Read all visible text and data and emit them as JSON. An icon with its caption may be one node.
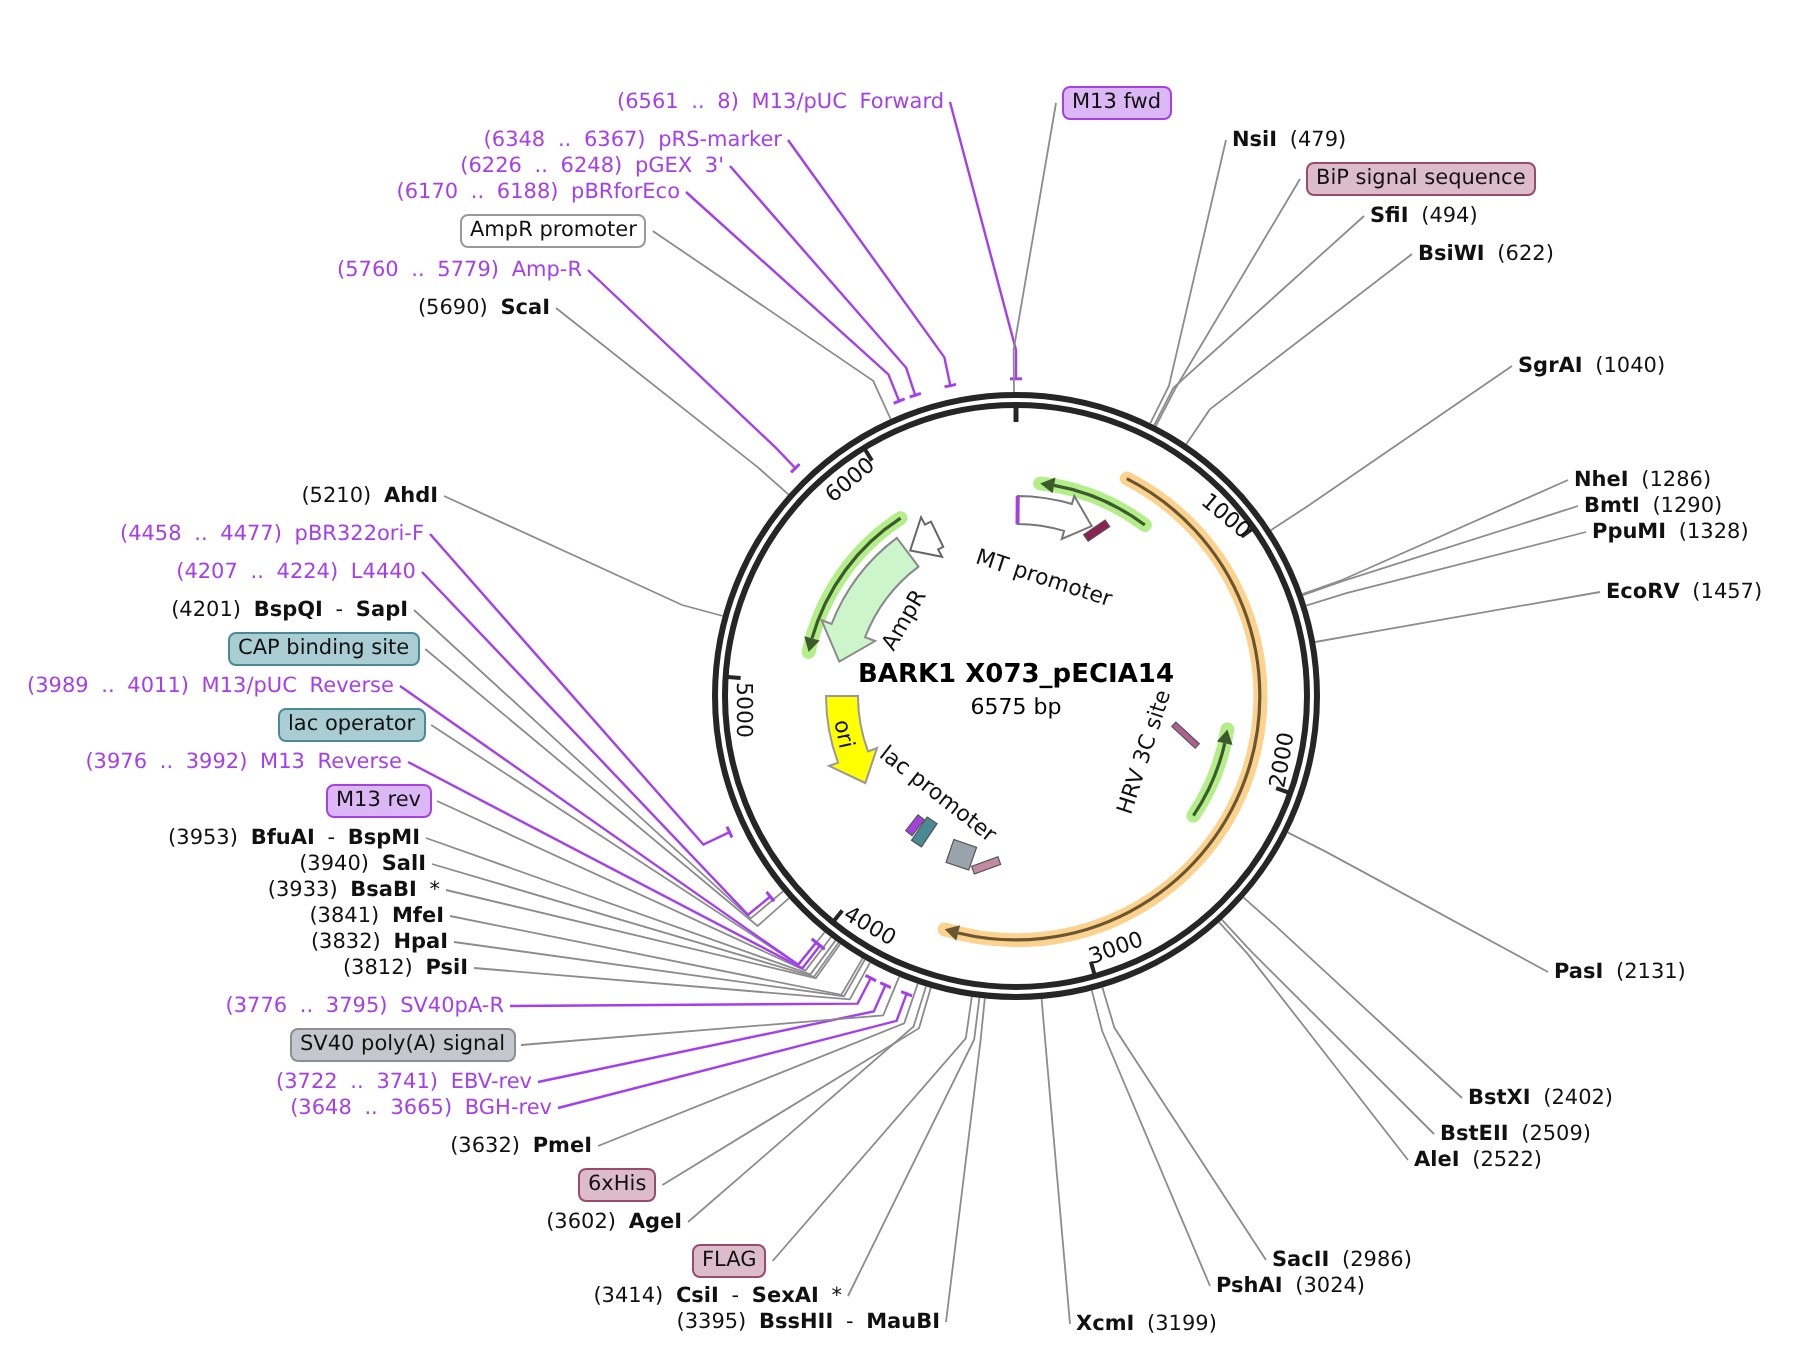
{
  "diagram": {
    "nodes": [
      {
        "text": [
          "BARK1 X073_pECIA14",
          "6575 bp"
        ]
      },
      {
        "text": [
          "(6561 .. 8) M13/pUC Forward"
        ]
      },
      {
        "text": [
          "M13 fwd"
        ]
      },
      {
        "text": [
          "**NsiI** (479)"
        ]
      },
      {
        "text": [
          "BiP signal sequence"
        ]
      },
      {
        "text": [
          "**SfiI** (494)"
        ]
      },
      {
        "text": [
          "**BsiWI** (622)"
        ]
      },
      {
        "text": [
          "**SgrAI** (1040)"
        ]
      },
      {
        "text": [
          "**NheI** (1286)"
        ]
      },
      {
        "text": [
          "**BmtI** (1290)"
        ]
      },
      {
        "text": [
          "**PpuMI** (1328)"
        ]
      },
      {
        "text": [
          "**EcoRV** (1457)"
        ]
      },
      {
        "text": [
          "**PasI** (2131)"
        ]
      },
      {
        "text": [
          "**BstXI** (2402)"
        ]
      },
      {
        "text": [
          "**BstEII** (2509)"
        ]
      },
      {
        "text": [
          "**AleI** (2522)"
        ]
      },
      {
        "text": [
          "**SacII** (2986)"
        ]
      },
      {
        "text": [
          "**PshAI** (3024)"
        ]
      },
      {
        "text": [
          "**XcmI** (3199)"
        ]
      },
      {
        "text": [
          "(3395) **BssHII** - **MauBI**"
        ]
      },
      {
        "text": [
          "(3414) **CsiI** - **SexAI** *"
        ]
      },
      {
        "text": [
          "FLAG"
        ]
      },
      {
        "text": [
          "(3602) **AgeI**"
        ]
      },
      {
        "text": [
          "6xHis"
        ]
      },
      {
        "text": [
          "(3632) **PmeI**"
        ]
      },
      {
        "text": [
          "(3648 .. 3665) BGH-rev"
        ]
      },
      {
        "text": [
          "(3722 .. 3741) EBV-rev"
        ]
      },
      {
        "text": [
          "SV40 poly(A) signal"
        ]
      },
      {
        "text": [
          "(3776 .. 3795) SV40pA-R"
        ]
      },
      {
        "text": [
          "(3812) **PsiI**"
        ]
      },
      {
        "text": [
          "(3832) **HpaI**"
        ]
      },
      {
        "text": [
          "(3841) **MfeI**"
        ]
      },
      {
        "text": [
          "(3933) **BsaBI** *"
        ]
      },
      {
        "text": [
          "(3940) **SalI**"
        ]
      },
      {
        "text": [
          "(3953) **BfuAI** - **BspMI**"
        ]
      },
      {
        "text": [
          "M13 rev"
        ]
      },
      {
        "text": [
          "(3976 .. 3992) M13 Reverse"
        ]
      },
      {
        "text": [
          "lac operator"
        ]
      },
      {
        "text": [
          "(3989 .. 4011) M13/pUC Reverse"
        ]
      },
      {
        "text": [
          "CAP binding site"
        ]
      },
      {
        "text": [
          "(4201) **BspQI** - **SapI**"
        ]
      },
      {
        "text": [
          "(4207 .. 4224) L4440"
        ]
      },
      {
        "text": [
          "(4458 .. 4477) pBR322ori-F"
        ]
      },
      {
        "text": [
          "(5210) **AhdI**"
        ]
      },
      {
        "text": [
          "(5690) **ScaI**"
        ]
      },
      {
        "text": [
          "(5760 .. 5779) Amp-R"
        ]
      },
      {
        "text": [
          "AmpR promoter"
        ]
      },
      {
        "text": [
          "(6170 .. 6188) pBRforEco"
        ]
      },
      {
        "text": [
          "(6226 .. 6248) pGEX 3'"
        ]
      },
      {
        "text": [
          "(6348 .. 6367) pRS-marker"
        ]
      }
    ],
    "edges": [
      {
        "from": 1,
        "to": 0,
        "arrow": "other",
        "color": "#a43ff0"
      },
      {
        "from": 2,
        "to": 0,
        "arrow": "none"
      },
      {
        "from": 3,
        "to": 0,
        "arrow": "none"
      },
      {
        "from": 4,
        "to": 0,
        "arrow": "none"
      },
      {
        "from": 5,
        "to": 0,
        "arrow": "none"
      },
      {
        "from": 6,
        "to": 0,
        "arrow": "none"
      },
      {
        "from": 7,
        "to": 0,
        "arrow": "none"
      },
      {
        "from": 8,
        "to": 0,
        "arrow": "none"
      },
      {
        "from": 9,
        "to": 0,
        "arrow": "none"
      },
      {
        "from": 10,
        "to": 0,
        "arrow": "none"
      },
      {
        "from": 11,
        "to": 0,
        "arrow": "none"
      },
      {
        "from": 12,
        "to": 0,
        "arrow": "none"
      },
      {
        "from": 13,
        "to": 0,
        "arrow": "none"
      },
      {
        "from": 14,
        "to": 0,
        "arrow": "none"
      },
      {
        "from": 15,
        "to": 0,
        "arrow": "none"
      },
      {
        "from": 16,
        "to": 0,
        "arrow": "none"
      },
      {
        "from": 17,
        "to": 0,
        "arrow": "none"
      },
      {
        "from": 18,
        "to": 0,
        "arrow": "none"
      },
      {
        "from": 19,
        "to": 0,
        "arrow": "none"
      },
      {
        "from": 20,
        "to": 0,
        "arrow": "none"
      },
      {
        "from": 21,
        "to": 0,
        "arrow": "none"
      },
      {
        "from": 22,
        "to": 0,
        "arrow": "none"
      },
      {
        "from": 23,
        "to": 0,
        "arrow": "none"
      },
      {
        "from": 24,
        "to": 0,
        "arrow": "none"
      },
      {
        "from": 25,
        "to": 0,
        "arrow": "other",
        "color": "#a43ff0"
      },
      {
        "from": 26,
        "to": 0,
        "arrow": "other",
        "color": "#a43ff0"
      },
      {
        "from": 27,
        "to": 0,
        "arrow": "none"
      },
      {
        "from": 28,
        "to": 0,
        "arrow": "other",
        "color": "#a43ff0"
      },
      {
        "from": 29,
        "to": 0,
        "arrow": "none"
      },
      {
        "from": 30,
        "to": 0,
        "arrow": "none"
      },
      {
        "from": 31,
        "to": 0,
        "arrow": "none"
      },
      {
        "from": 32,
        "to": 0,
        "arrow": "none"
      },
      {
        "from": 33,
        "to": 0,
        "arrow": "none"
      },
      {
        "from": 34,
        "to": 0,
        "arrow": "none"
      },
      {
        "from": 35,
        "to": 0,
        "arrow": "none"
      },
      {
        "from": 36,
        "to": 0,
        "arrow": "other",
        "color": "#a43ff0"
      },
      {
        "from": 37,
        "to": 0,
        "arrow": "none"
      },
      {
        "from": 38,
        "to": 0,
        "arrow": "other",
        "color": "#a43ff0"
      },
      {
        "from": 39,
        "to": 0,
        "arrow": "none"
      },
      {
        "from": 40,
        "to": 0,
        "arrow": "none"
      },
      {
        "from": 41,
        "to": 0,
        "arrow": "other",
        "color": "#a43ff0"
      },
      {
        "from": 42,
        "to": 0,
        "arrow": "other",
        "color": "#a43ff0"
      },
      {
        "from": 43,
        "to": 0,
        "arrow": "none"
      },
      {
        "from": 44,
        "to": 0,
        "arrow": "none"
      },
      {
        "from": 45,
        "to": 0,
        "arrow": "other",
        "color": "#a43ff0"
      },
      {
        "from": 46,
        "to": 0,
        "arrow": "none"
      },
      {
        "from": 47,
        "to": 0,
        "arrow": "other",
        "color": "#a43ff0"
      },
      {
        "from": 48,
        "to": 0,
        "arrow": "other",
        "color": "#a43ff0"
      },
      {
        "from": 49,
        "to": 0,
        "arrow": "other",
        "color": "#a43ff0"
      }
    ],
    "labels": [
      "6000",
      "1000",
      "MT promoter",
      "AmpR",
      "5000",
      "ori",
      "HRV 3C site",
      "2000",
      "lac promoter",
      "4000",
      "3000"
    ]
  }
}
